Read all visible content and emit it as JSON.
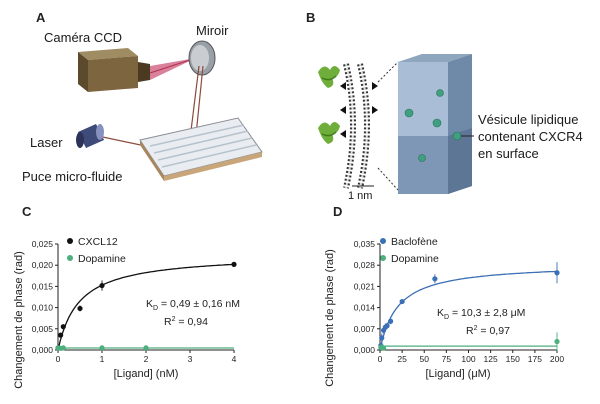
{
  "panel_a": {
    "letter": "A",
    "labels": {
      "camera": "Caméra CCD",
      "mirror": "Miroir",
      "laser": "Laser",
      "chip": "Puce micro-fluide"
    }
  },
  "panel_b": {
    "letter": "B",
    "scale_label": "1 nm",
    "vesicle_label": [
      "Vésicule lipidique",
      "contenant CXCR4",
      "en surface"
    ]
  },
  "chart_data": [
    {
      "panel": "C",
      "type": "scatter",
      "xlabel": "[Ligand] (nM)",
      "ylabel": "Changement de phase (rad)",
      "xlim": [
        0,
        4
      ],
      "ylim": [
        0,
        0.025
      ],
      "xticks": [
        "0",
        "1",
        "2",
        "3",
        "4"
      ],
      "yticks": [
        "0,000",
        "0,005",
        "0,010",
        "0,015",
        "0,020",
        "0,025"
      ],
      "series": [
        {
          "name": "CXCL12",
          "color": "#111111",
          "fit": "black-curve",
          "x": [
            0.0,
            0.06,
            0.12,
            0.5,
            1.0,
            4.0
          ],
          "y": [
            0.0005,
            0.0035,
            0.0055,
            0.0098,
            0.0152,
            0.0202
          ],
          "err": [
            0.0003,
            0.0005,
            0.0004,
            0.0007,
            0.0012,
            0.0004
          ]
        },
        {
          "name": "Dopamine",
          "color": "#4caf7d",
          "fit": "flat-line",
          "x": [
            0.0,
            0.06,
            0.12,
            1.0,
            2.0
          ],
          "y": [
            0.0005,
            0.0004,
            0.0005,
            0.0005,
            0.0005
          ],
          "err": [
            0.0002,
            0.0002,
            0.0002,
            0.0002,
            0.0003
          ]
        }
      ],
      "annotation": [
        "K",
        "D",
        " = 0,49 ± 0,16 nM",
        "R",
        "2",
        " = 0,94"
      ]
    },
    {
      "panel": "D",
      "type": "scatter",
      "xlabel": "[Ligand] (μM)",
      "ylabel": "Changement de phase (rad)",
      "xlim": [
        0,
        200
      ],
      "ylim": [
        0,
        0.035
      ],
      "xticks": [
        "0",
        "25",
        "50",
        "75",
        "100",
        "125",
        "150",
        "175",
        "200"
      ],
      "yticks": [
        "0,000",
        "0,007",
        "0,014",
        "0,021",
        "0,028",
        "0,035"
      ],
      "series": [
        {
          "name": "Baclofène",
          "color": "#3b6fb6",
          "fit": "blue-curve",
          "x": [
            1,
            2,
            4,
            6,
            8,
            12,
            25,
            62,
            200
          ],
          "y": [
            0.0015,
            0.004,
            0.0065,
            0.0075,
            0.008,
            0.0095,
            0.016,
            0.0235,
            0.0255
          ],
          "err": [
            0.0008,
            0.0015,
            0.001,
            0.0012,
            0.001,
            0.001,
            0.0006,
            0.0015,
            0.0035
          ]
        },
        {
          "name": "Dopamine",
          "color": "#4caf7d",
          "fit": "flat-line",
          "x": [
            1,
            2,
            4,
            200
          ],
          "y": [
            0.0008,
            0.001,
            0.0006,
            0.0028
          ],
          "err": [
            0.0004,
            0.0004,
            0.0003,
            0.003
          ]
        }
      ],
      "annotation": [
        "K",
        "D",
        " = 10,3 ± 2,8 μM",
        "R",
        "2",
        " = 0,97"
      ]
    }
  ]
}
